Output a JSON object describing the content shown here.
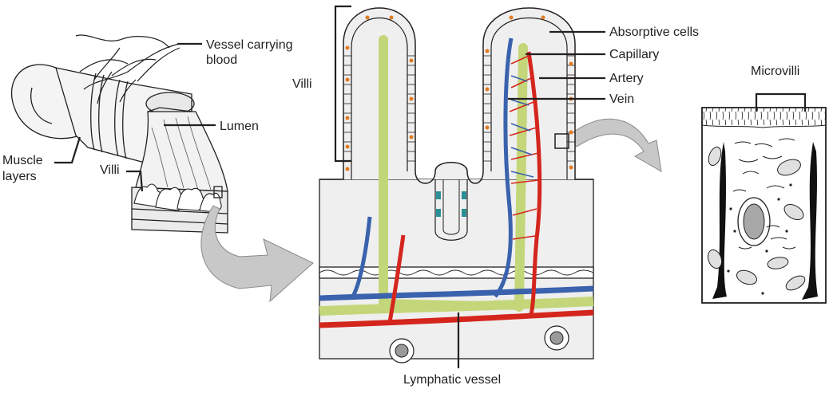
{
  "labels": {
    "vessel_carrying_blood_line1": "Vessel carrying",
    "vessel_carrying_blood_line2": "blood",
    "lumen": "Lumen",
    "muscle_layers_line1": "Muscle",
    "muscle_layers_line2": "layers",
    "villi_small": "Villi",
    "villi_main": "Villi",
    "absorptive_cells": "Absorptive cells",
    "capillary": "Capillary",
    "artery": "Artery",
    "vein": "Vein",
    "lymphatic_vessel": "Lymphatic vessel",
    "microvilli": "Microvilli"
  },
  "colors": {
    "artery": "#d4261d",
    "vein": "#3a62ad",
    "lymphatic": "#c4d67a",
    "tissue": "#efefef",
    "arrow": "#c8c8c8",
    "nucleus": "#e07b23",
    "crypt_cells": "#2c8f96",
    "outline": "#231f20"
  },
  "icons": {
    "intestine": "small-intestine-section-icon",
    "cell": "absorptive-cell-icon",
    "arrow": "zoom-arrow-icon"
  }
}
